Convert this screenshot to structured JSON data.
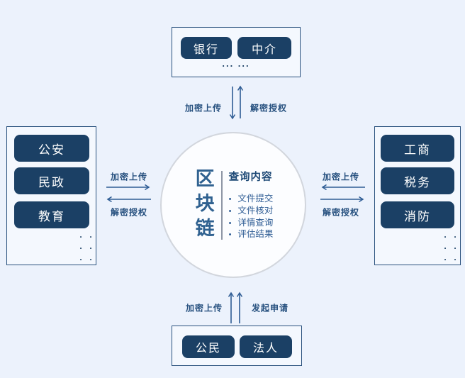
{
  "colors": {
    "background": "#ecf2fc",
    "panel_fill": "#f4f8fe",
    "panel_border": "#29517d",
    "node_fill": "#1b4065",
    "node_text": "#ffffff",
    "arrow": "#2e5c94",
    "label_text": "#27517f",
    "circle_fill": "#fcfdff",
    "circle_border": "#d2d6dd",
    "title_text": "#2f6190"
  },
  "top_panel": {
    "buttons": [
      "银行",
      "中介"
    ],
    "more": "... ..."
  },
  "left_panel": {
    "buttons": [
      "公安",
      "民政",
      "教育"
    ],
    "more": "... ..."
  },
  "right_panel": {
    "buttons": [
      "工商",
      "税务",
      "消防"
    ],
    "more": "... ..."
  },
  "bottom_panel": {
    "buttons": [
      "公民",
      "法人"
    ]
  },
  "center": {
    "title": "区块链",
    "query": {
      "heading": "查询内容",
      "bullet": "•",
      "items": [
        "文件提交",
        "文件核对",
        "详情查询",
        "评估结果"
      ]
    }
  },
  "arrows": {
    "top": {
      "left_label": "加密上传",
      "right_label": "解密授权"
    },
    "left": {
      "top_label": "加密上传",
      "bottom_label": "解密授权"
    },
    "right": {
      "top_label": "加密上传",
      "bottom_label": "解密授权"
    },
    "bottom": {
      "left_label": "加密上传",
      "right_label": "发起申请"
    }
  }
}
